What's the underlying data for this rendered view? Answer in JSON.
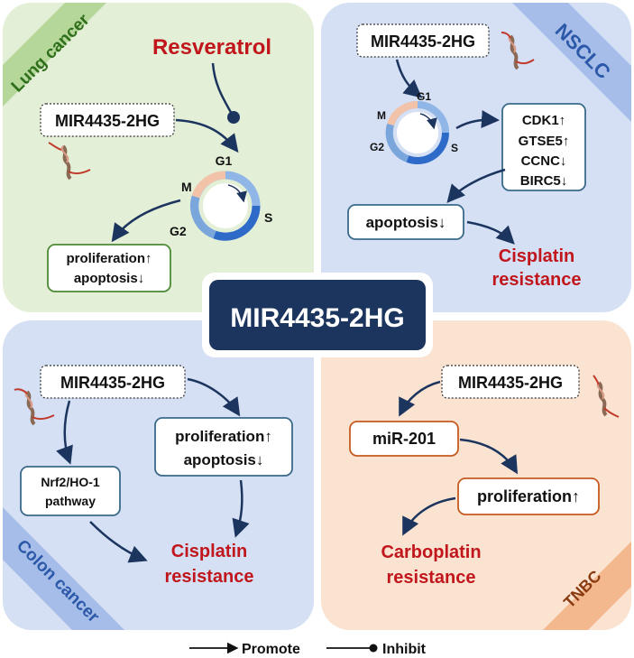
{
  "center": {
    "label": "MIR4435-2HG"
  },
  "colors": {
    "lung_bg": "#e3efd6",
    "nsclc_bg": "#d5e0f4",
    "colon_bg": "#d5e0f4",
    "tnbc_bg": "#fbe3d1",
    "center_bg": "#1c355e",
    "arrow": "#1c355e",
    "red_text": "#c0161c",
    "green_border": "#4c8a34",
    "blue_border": "#3a6a8a",
    "orange_border": "#c65a1e"
  },
  "lung": {
    "tag": "Lung cancer",
    "drug": "Resveratrol",
    "gene_box": "MIR4435-2HG",
    "cycle_labels": {
      "g1": "G1",
      "s": "S",
      "g2": "G2",
      "m": "M"
    },
    "outcome_line1": "proliferation↑",
    "outcome_line2": "apoptosis↓",
    "icon": "rna-strand-icon"
  },
  "nsclc": {
    "tag": "NSCLC",
    "gene_box": "MIR4435-2HG",
    "cycle_labels": {
      "g1": "G1",
      "s": "S",
      "g2": "G2",
      "m": "M"
    },
    "genes": [
      "CDK1↑",
      "GTSE5↑",
      "CCNC↓",
      "BIRC5↓"
    ],
    "apoptosis": "apoptosis↓",
    "result_line1": "Cisplatin",
    "result_line2": "resistance",
    "icon": "rna-strand-icon"
  },
  "colon": {
    "tag": "Colon cancer",
    "gene_box": "MIR4435-2HG",
    "pathway_line1": "Nrf2/HO-1",
    "pathway_line2": "pathway",
    "outcome_line1": "proliferation↑",
    "outcome_line2": "apoptosis↓",
    "result_line1": "Cisplatin",
    "result_line2": "resistance",
    "icon": "rna-strand-icon"
  },
  "tnbc": {
    "tag": "TNBC",
    "gene_box": "MIR4435-2HG",
    "mirna": "miR-201",
    "outcome": "proliferation↑",
    "result_line1": "Carboplatin",
    "result_line2": "resistance",
    "icon": "rna-strand-icon"
  },
  "legend": {
    "promote": "Promote",
    "inhibit": "Inhibit"
  }
}
